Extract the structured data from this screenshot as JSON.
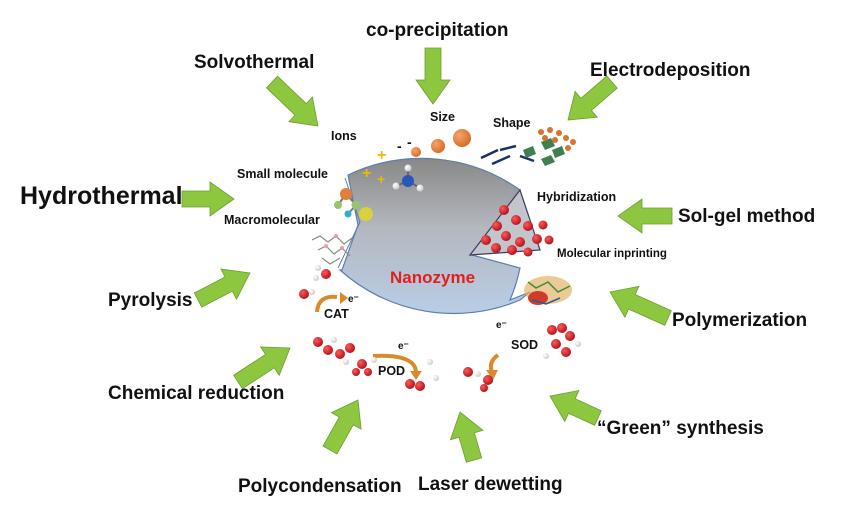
{
  "center": {
    "title": "Nanozyme"
  },
  "methods": {
    "co_precipitation": "co-precipitation",
    "solvothermal": "Solvothermal",
    "electrodeposition": "Electrodeposition",
    "hydrothermal": "Hydrothermal",
    "sol_gel": "Sol-gel method",
    "pyrolysis": "Pyrolysis",
    "polymerization": "Polymerization",
    "chemical_reduction": "Chemical reduction",
    "green_synthesis": "“Green” synthesis",
    "polycondensation": "Polycondensation",
    "laser_dewetting": "Laser dewetting"
  },
  "features": {
    "ions": "Ions",
    "size": "Size",
    "shape": "Shape",
    "small_molecule": "Small molecule",
    "macromolecular": "Macromolecular",
    "hybridization": "Hybridization",
    "molecular_imprinting": "Molecular inprinting"
  },
  "activities": {
    "cat": "CAT",
    "pod": "POD",
    "sod": "SOD",
    "electron": "e⁻"
  },
  "colors": {
    "arrow": "#8dc63f",
    "title": "#e0201b",
    "molecule_red": "#c8141e",
    "sphere_top": "#8c8c8c",
    "sphere_bottom": "#b8cde6"
  }
}
